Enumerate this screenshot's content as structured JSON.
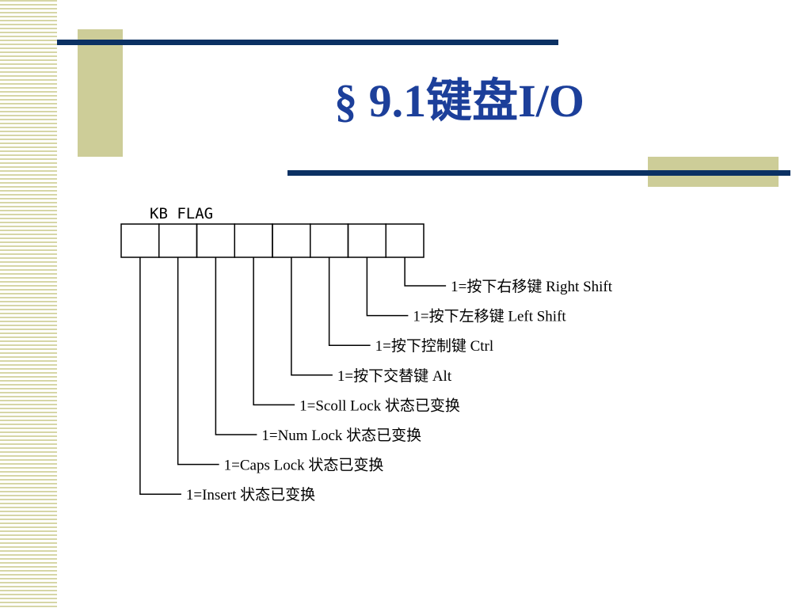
{
  "slide": {
    "title": "§ 9.1键盘I/O",
    "colors": {
      "title": "#1c3f9a",
      "rule": "#0b3163",
      "accent_block": "#cdcd98",
      "stripe": "#d6d6a6"
    }
  },
  "diagram": {
    "register_label": "KB FLAG",
    "bit_count": 8,
    "bits": [
      {
        "label": "1=按下右移键 Right Shift"
      },
      {
        "label": "1=按下左移键 Left Shift"
      },
      {
        "label": "1=按下控制键 Ctrl"
      },
      {
        "label": "1=按下交替键 Alt"
      },
      {
        "label": "1=Scoll Lock 状态已变换"
      },
      {
        "label": "1=Num Lock 状态已变换"
      },
      {
        "label": "1=Caps Lock 状态已变换"
      },
      {
        "label": "1=Insert 状态已变换"
      }
    ]
  }
}
